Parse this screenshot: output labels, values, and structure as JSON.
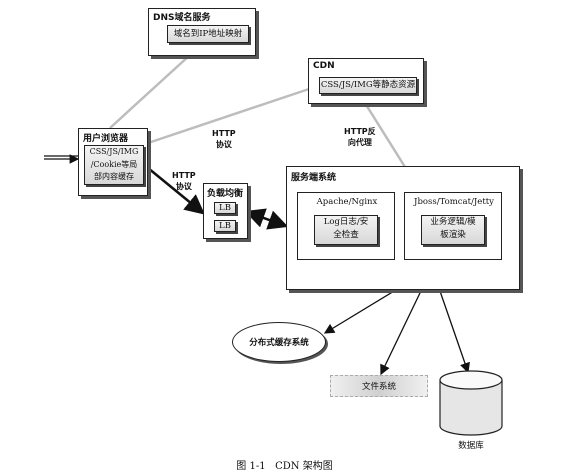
{
  "dns": {
    "title": "DNS域名服务",
    "item": "域名到IP地址映射"
  },
  "cdn": {
    "title": "CDN",
    "item": "CSS/JS/IMG等静态资源"
  },
  "browser": {
    "title": "用户浏览器",
    "cache_text": "CSS/JS/IMG\n/Cookie等局\n部内容缓存"
  },
  "lb": {
    "title": "负载均衡",
    "node1": "LB",
    "node2": "LB"
  },
  "server": {
    "title": "服务端系统",
    "web": {
      "name": "Apache/Nginx",
      "func": "Log日志/安\n全检查"
    },
    "app": {
      "name": "Jboss/Tomcat/Jetty",
      "func": "业务逻辑/模\n板渲染"
    }
  },
  "edges": {
    "http_protocol_top": "HTTP\n协议",
    "http_protocol_left": "HTTP\n协议",
    "http_reverse_proxy": "HTTP反\n向代理"
  },
  "storage": {
    "distributed_cache": "分布式缓存系统",
    "file_system": "文件系统",
    "database": "数据库"
  },
  "caption": "图 1-1   CDN 架构图"
}
